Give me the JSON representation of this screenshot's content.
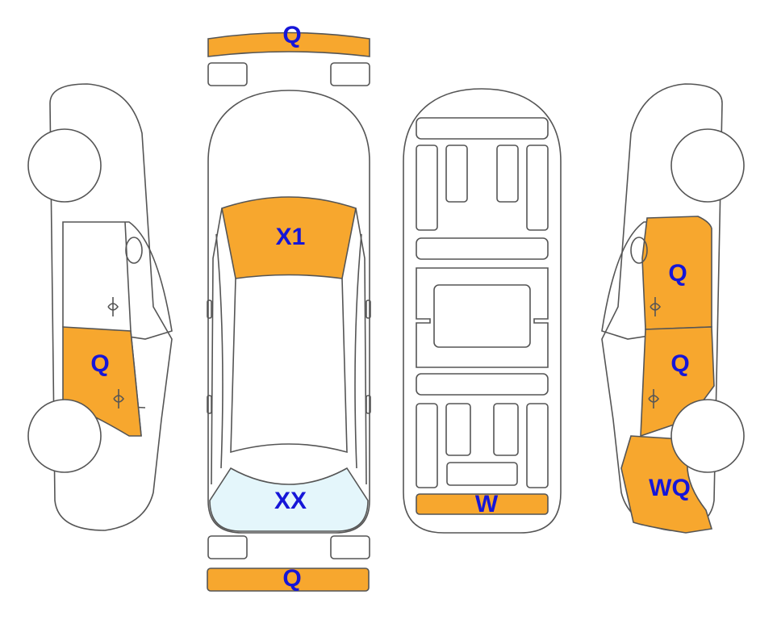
{
  "colors": {
    "damaged": "#F7A72E",
    "glass_damaged": "#E4F6FB",
    "outline": "#555555",
    "label": "#1616D8",
    "background": "#FFFFFF"
  },
  "labels": {
    "front_bumper": "Q",
    "windshield": "X1",
    "rear_window": "XX",
    "rear_bumper": "Q",
    "underbody_rear": "W",
    "left_rear_door": "Q",
    "right_front_door": "Q",
    "right_rear_door": "Q",
    "right_rear_quarter": "WQ"
  }
}
